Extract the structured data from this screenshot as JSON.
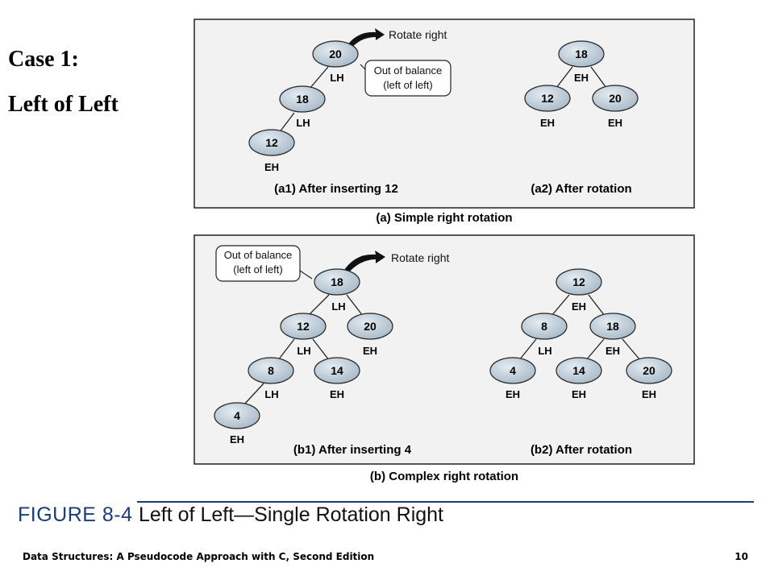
{
  "slide": {
    "case_title": "Case 1:",
    "case_subtitle": "Left of Left",
    "figure_label": "FIGURE 8-4",
    "figure_caption": "Left of Left—Single Rotation Right",
    "footer_left": "Data Structures: A Pseudocode Approach with C, Second Edition",
    "page_number": "10"
  },
  "panel_a": {
    "caption": "(a) Simple right rotation",
    "left_caption": "(a1) After inserting 12",
    "right_caption": "(a2) After rotation",
    "arrow_label": "Rotate right",
    "callout_line1": "Out of balance",
    "callout_line2": "(left of left)",
    "before": {
      "nodes": [
        {
          "value": "20",
          "balance": "LH"
        },
        {
          "value": "18",
          "balance": "LH"
        },
        {
          "value": "12",
          "balance": "EH"
        }
      ]
    },
    "after": {
      "nodes": [
        {
          "value": "18",
          "balance": "EH"
        },
        {
          "value": "12",
          "balance": "EH"
        },
        {
          "value": "20",
          "balance": "EH"
        }
      ]
    }
  },
  "panel_b": {
    "caption": "(b) Complex right rotation",
    "left_caption": "(b1) After inserting 4",
    "right_caption": "(b2) After rotation",
    "arrow_label": "Rotate right",
    "callout_line1": "Out of balance",
    "callout_line2": "(left of left)",
    "before": {
      "nodes": [
        {
          "value": "18",
          "balance": "LH"
        },
        {
          "value": "12",
          "balance": "LH"
        },
        {
          "value": "20",
          "balance": "EH"
        },
        {
          "value": "8",
          "balance": "LH"
        },
        {
          "value": "14",
          "balance": "EH"
        },
        {
          "value": "4",
          "balance": "EH"
        }
      ]
    },
    "after": {
      "nodes": [
        {
          "value": "12",
          "balance": "EH"
        },
        {
          "value": "8",
          "balance": "LH"
        },
        {
          "value": "18",
          "balance": "EH"
        },
        {
          "value": "4",
          "balance": "EH"
        },
        {
          "value": "14",
          "balance": "EH"
        },
        {
          "value": "20",
          "balance": "EH"
        }
      ]
    }
  },
  "colors": {
    "node_fill": "#b6c6d3",
    "panel_fill": "#f2f2f2",
    "figure_blue": "#1a3c7a"
  }
}
